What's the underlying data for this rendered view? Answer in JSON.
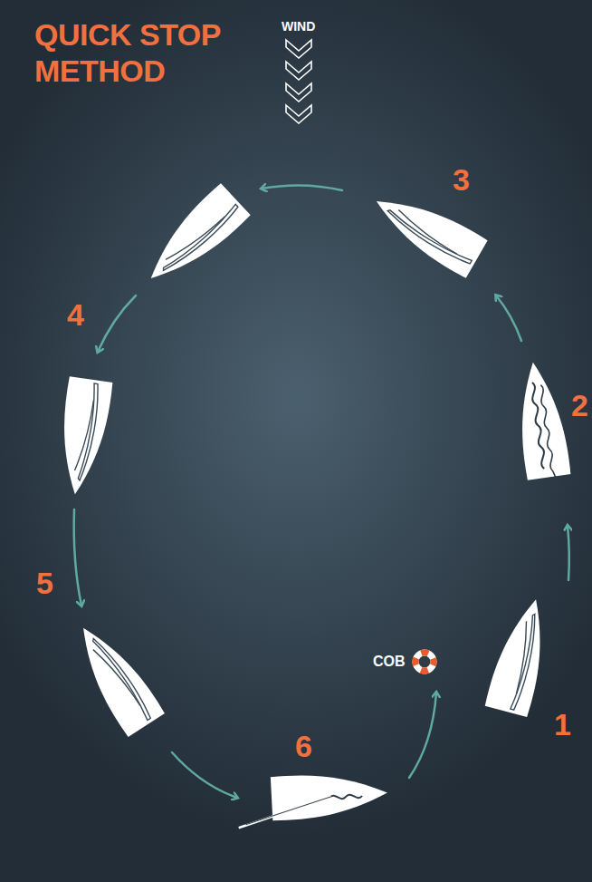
{
  "diagram": {
    "title": "QUICK STOP METHOD",
    "labels": [
      "WIND",
      "3",
      "4",
      "2",
      "5",
      "6",
      "COB",
      "1"
    ]
  }
}
